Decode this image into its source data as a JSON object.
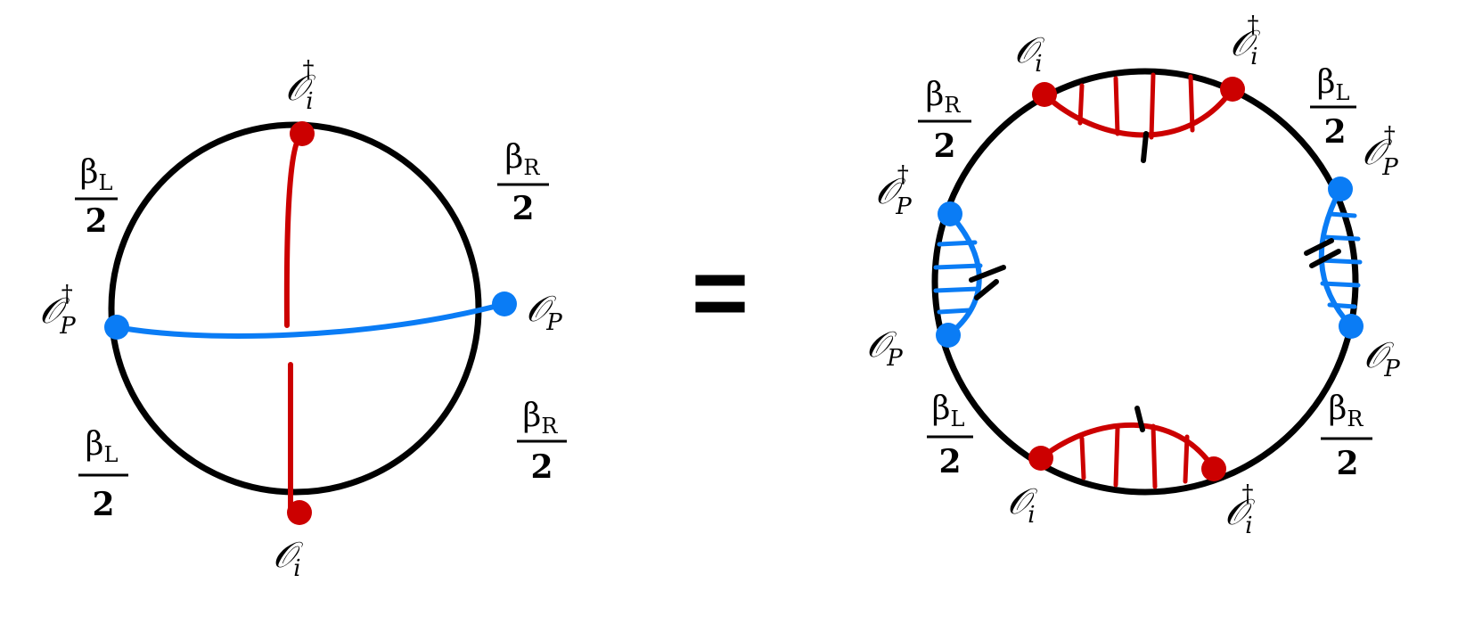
{
  "operators": {
    "Oi": {
      "base": "𝒪",
      "sub": "i"
    },
    "Oi_dag": {
      "base": "𝒪",
      "sub": "i",
      "sup": "†"
    },
    "OP": {
      "base": "𝒪",
      "sub": "P"
    },
    "OP_dag": {
      "base": "𝒪",
      "sub": "P",
      "sup": "†"
    }
  },
  "fractions": {
    "beta_L": {
      "num": "β",
      "num_sub": "L",
      "den": "2"
    },
    "beta_R": {
      "num": "β",
      "num_sub": "R",
      "den": "2"
    }
  },
  "equals": "=",
  "colors": {
    "circle": "#000000",
    "red": "#cc0000",
    "blue": "#0a7cf5"
  }
}
